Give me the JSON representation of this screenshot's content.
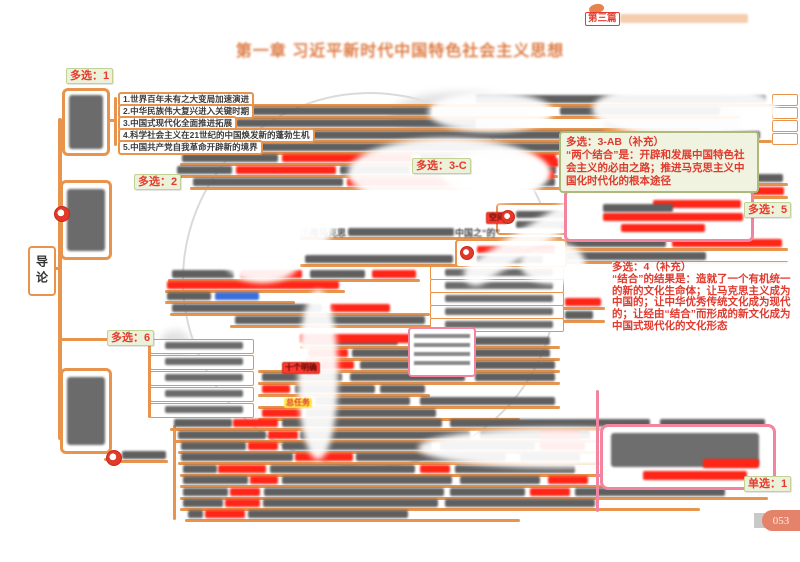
{
  "page": {
    "section_tag": "第三篇",
    "title": "第一章 习近平新时代中国特色社会主义思想",
    "root_node": "导论",
    "page_number": "053"
  },
  "quiz_tags": {
    "multi1": "多选：1",
    "multi2": "多选：2",
    "multi3c": "多选：3-C",
    "multi5": "多选：5",
    "multi6": "多选：6",
    "single1": "单选：1"
  },
  "multi1_items": [
    "1.世界百年未有之大变局加速演进",
    "2.中华民族伟大复兴进入关键时期",
    "3.中国式现代化全面推进拓展",
    "4.科学社会主义在21世纪的中国焕发新的蓬勃生机",
    "5.中国共产党自我革命开辟新的境界"
  ],
  "note_3ab": {
    "header": "多选：3-AB（补充）",
    "body": "“两个结合”是：开辟和发展中国特色社会主义的必由之路；推进马克思主义中国化时代化的根本途径"
  },
  "note_4": {
    "header": "多选：4（补充）",
    "body": "“结合”的结果是：造就了一个有机统一的新的文化生命体；让马克思主义成为中国的；让中华优秀传统文化成为现代的；让经由“结合”而形成的新文化成为中国式现代化的文化形态"
  },
  "fragments": {
    "ten_clarify": "十个明确",
    "main_task": "总任务",
    "space": "空间",
    "marx_prefix": "①用马克思",
    "china_target": "中国之“的”"
  },
  "colors": {
    "accent_orange": "#E8944C",
    "highlight_red": "#FF2517",
    "tag_red": "#E23C30",
    "chip_green_bg": "#ECF2DA",
    "pink": "#F2849F",
    "yellow": "#FFE84D"
  }
}
